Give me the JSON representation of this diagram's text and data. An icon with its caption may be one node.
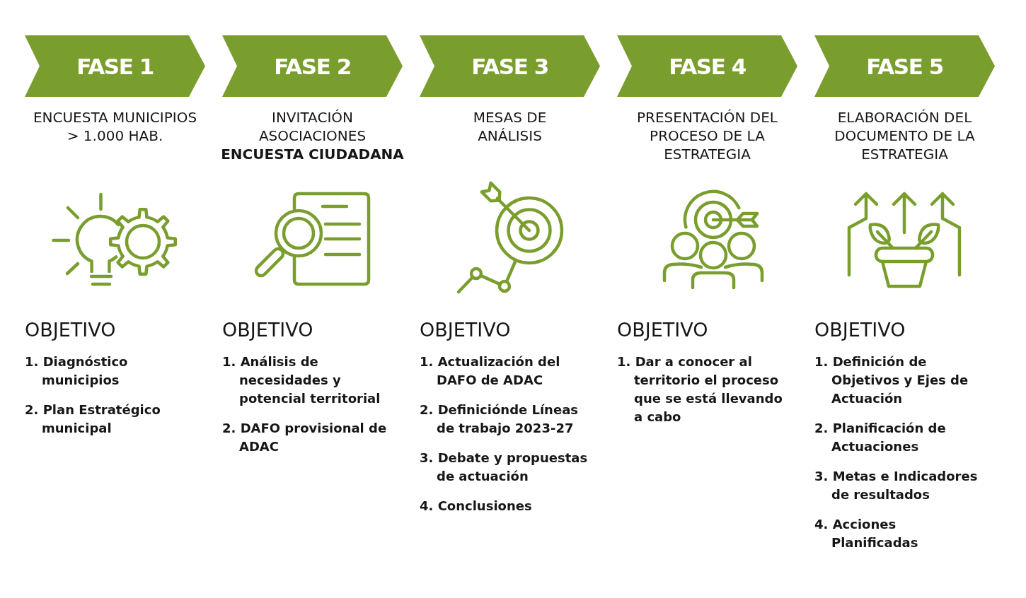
{
  "diagram": {
    "nodes": [
      {
        "text": [
          "FASE 1"
        ],
        "beside": [
          "ENCUESTA MUNICIPIOS > 1.000 HAB."
        ]
      },
      {
        "text": [
          "FASE 2"
        ],
        "beside": [
          "INVITACIÓN ASOCIACIONES **ENCUESTA CIUDADANA**"
        ]
      },
      {
        "text": [
          "FASE 3"
        ],
        "beside": [
          "MESAS DE ANÁLISIS"
        ]
      },
      {
        "text": [
          "FASE 4"
        ],
        "beside": [
          "PRESENTACIÓN DEL PROCESO DE LA ESTRATEGIA"
        ]
      },
      {
        "text": [
          "FASE 5"
        ],
        "beside": [
          "ELABORACIÓN DEL DOCUMENTO DE LA ESTRATEGIA"
        ]
      }
    ],
    "labels": [
      "OBJETIVO",
      "1. Diagnóstico municipios",
      "2. Plan Estratégico municipal",
      "OBJETIVO",
      "1. Análisis de necesidades y potencial territorial",
      "2. DAFO provisional de ADAC",
      "OBJETIVO",
      "1. Actualización del DAFO de ADAC",
      "2. Definiciónde Líneas de trabajo 2023-27",
      "3. Debate y propuestas de actuación",
      "4. Conclusiones",
      "OBJETIVO",
      "1. Dar a conocer al territorio el proceso que se está llevando a cabo",
      "OBJETIVO",
      "1. Definición de Objetivos y Ejes de Actuación",
      "2. Planificación de Actuaciones",
      "3. Metas e Indicadores de resultados",
      "4. Acciones Planificadas"
    ]
  }
}
